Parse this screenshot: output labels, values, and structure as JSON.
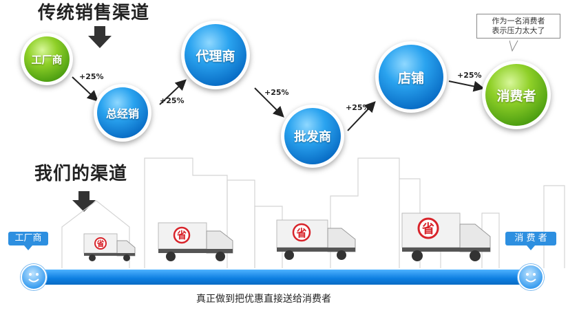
{
  "traditional": {
    "heading": "传统销售渠道",
    "nodes": [
      {
        "label": "工厂商"
      },
      {
        "label": "总经销"
      },
      {
        "label": "代理商"
      },
      {
        "label": "批发商"
      },
      {
        "label": "店铺"
      },
      {
        "label": "消费者"
      }
    ],
    "markups": [
      "+25%",
      "+25%",
      "+25%",
      "+25%",
      "+25%"
    ],
    "speech_bubble": [
      "作为一名消费者",
      "表示压力太大了"
    ]
  },
  "ours": {
    "heading": "我们的渠道",
    "start_tag": "工厂商",
    "end_tag": "消 费 者",
    "caption": "真正做到把优惠直接送给消费者",
    "truck_badge": "省"
  },
  "colors": {
    "node_blue": "#1a8be0",
    "node_green": "#6fbb1a",
    "bar_blue": "#0d7ee0",
    "badge_red": "#d8232a"
  }
}
